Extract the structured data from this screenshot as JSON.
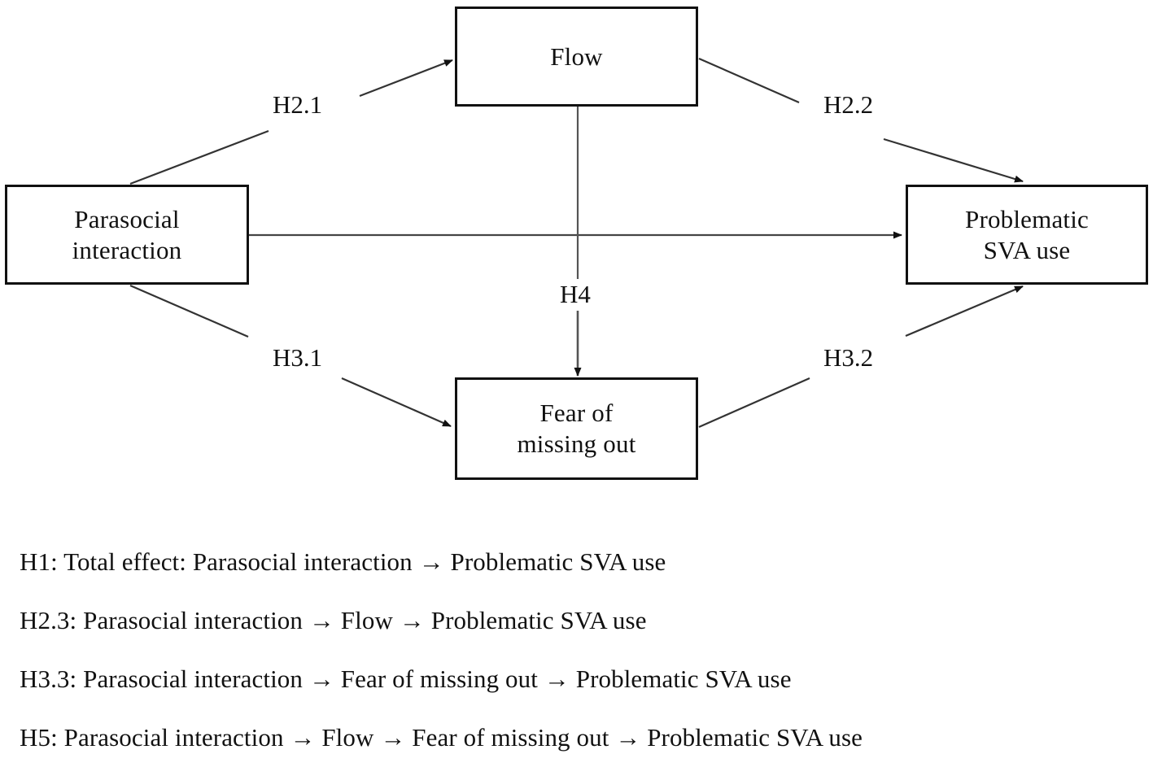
{
  "diagram": {
    "type": "path-model-diagram",
    "nodes": [
      {
        "id": "parasocial",
        "label": "Parasocial\ninteraction"
      },
      {
        "id": "flow",
        "label": "Flow"
      },
      {
        "id": "fomo",
        "label": "Fear of\nmissing out"
      },
      {
        "id": "problematic",
        "label": "Problematic\nSVA use"
      }
    ],
    "edges": [
      {
        "id": "h21",
        "label": "H2.1",
        "from": "parasocial",
        "to": "flow"
      },
      {
        "id": "h22",
        "label": "H2.2",
        "from": "flow",
        "to": "problematic"
      },
      {
        "id": "h31",
        "label": "H3.1",
        "from": "parasocial",
        "to": "fomo"
      },
      {
        "id": "h32",
        "label": "H3.2",
        "from": "fomo",
        "to": "problematic"
      },
      {
        "id": "h4",
        "label": "H4",
        "from": "flow",
        "to": "fomo"
      },
      {
        "id": "h1",
        "label": "",
        "from": "parasocial",
        "to": "problematic"
      }
    ],
    "stroke_color": "#111111",
    "background_color": "#ffffff"
  },
  "hypotheses": [
    "H1: Total effect: Parasocial interaction → Problematic SVA use",
    "H2.3: Parasocial interaction → Flow → Problematic SVA use",
    "H3.3: Parasocial interaction → Fear of missing out → Problematic SVA use",
    "H5: Parasocial interaction → Flow → Fear of missing out → Problematic SVA use"
  ]
}
